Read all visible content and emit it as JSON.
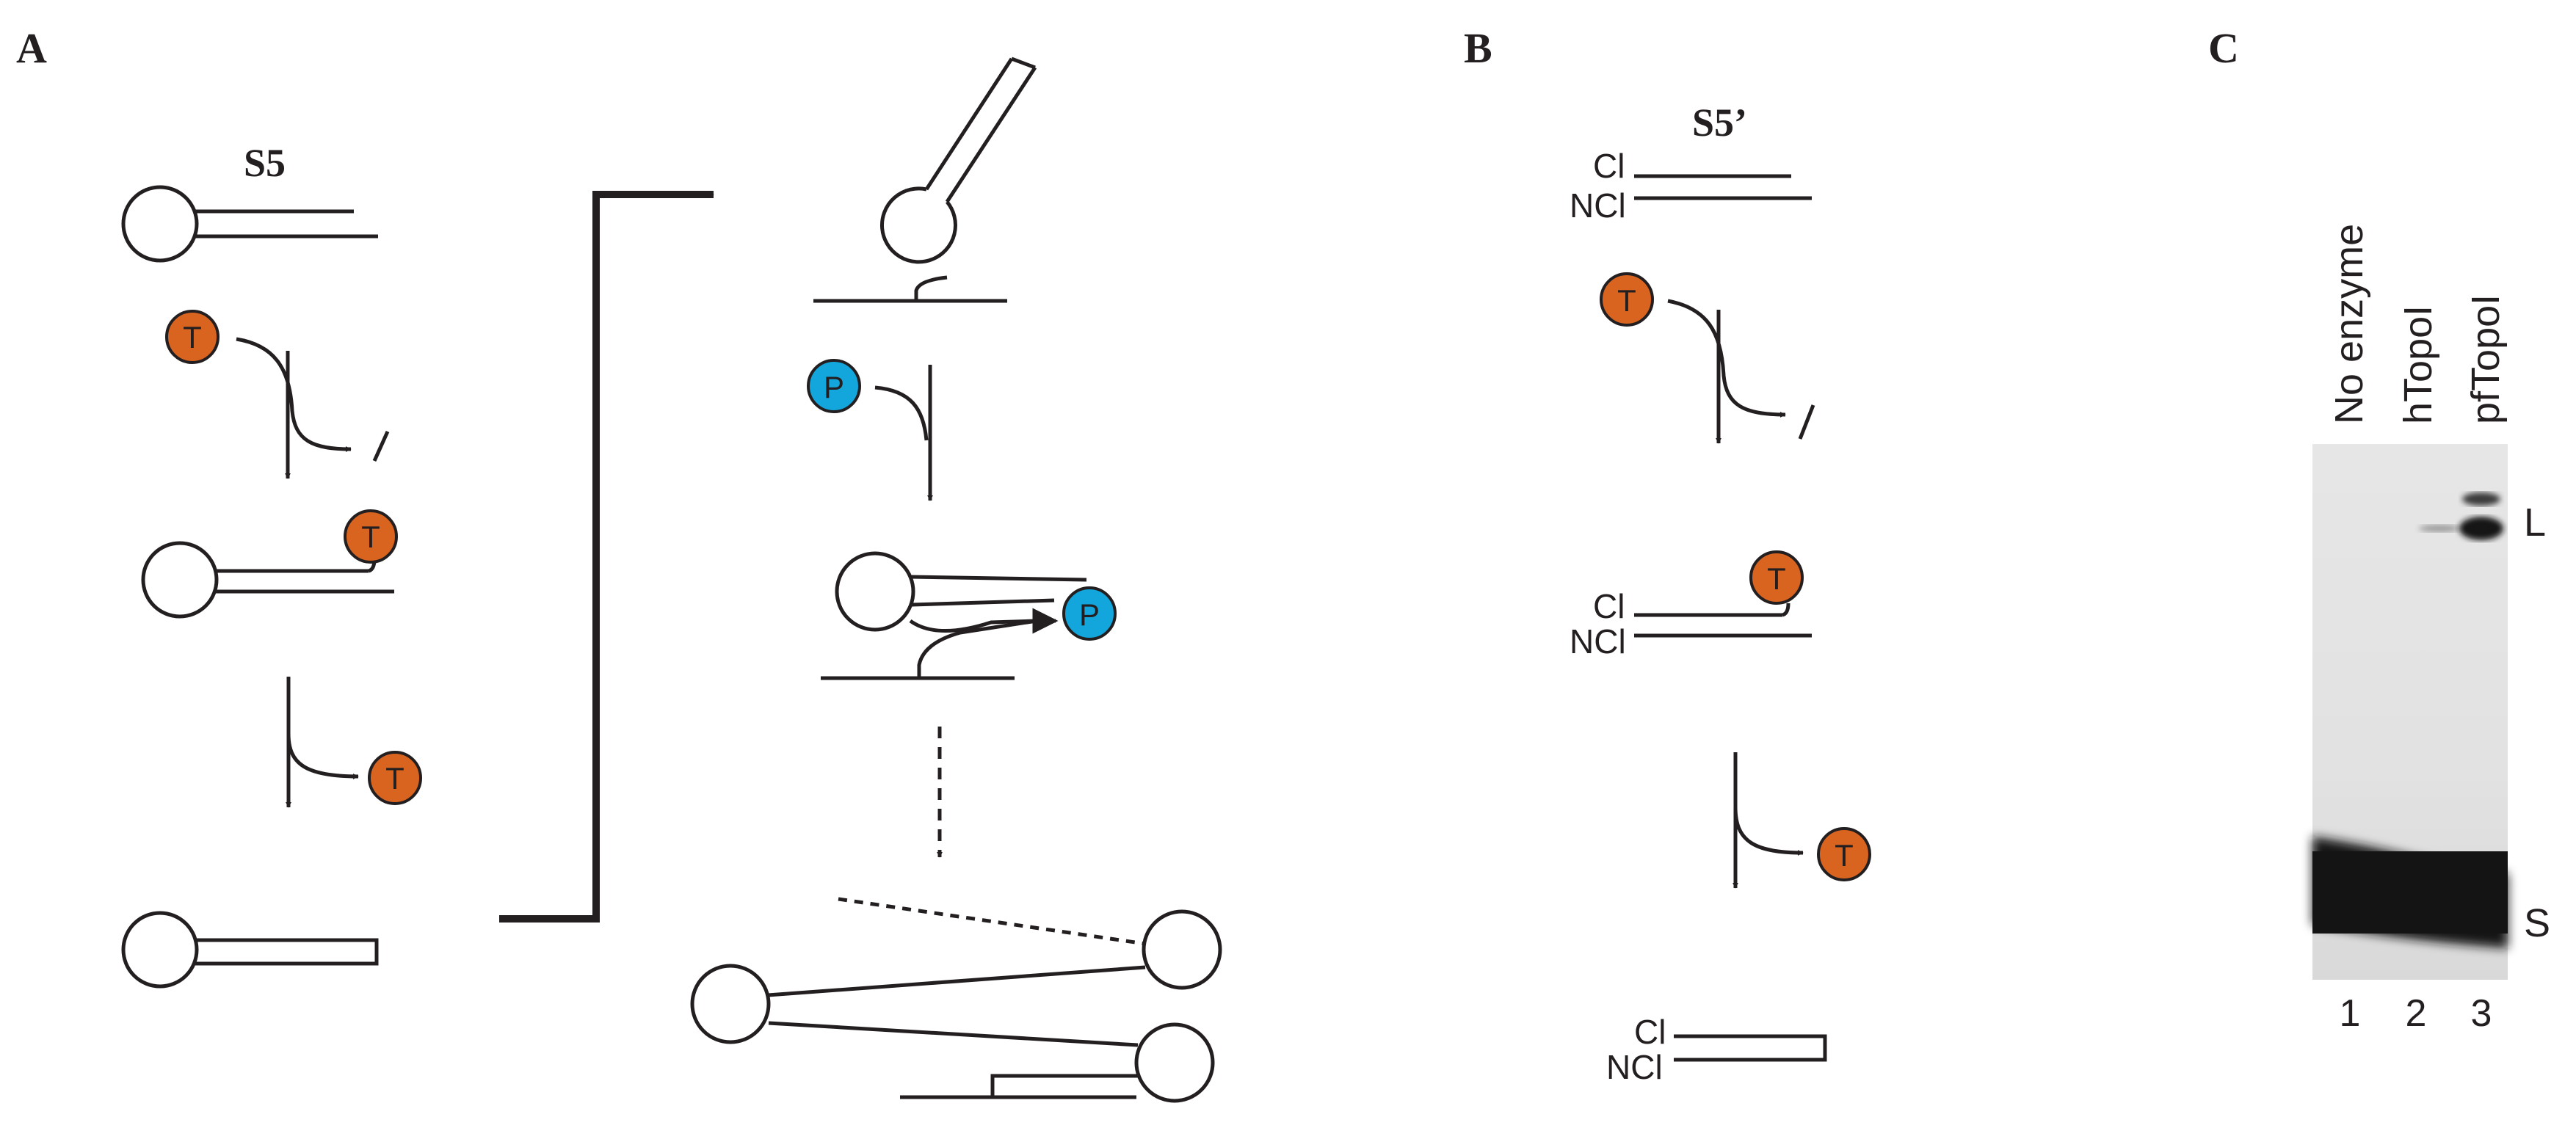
{
  "panels": {
    "a": "A",
    "b": "B",
    "c": "C"
  },
  "substrates": {
    "s5": "S5",
    "s5_prime": "S5’"
  },
  "enzymes": {
    "t": "T",
    "p": "P"
  },
  "strands": {
    "cl": "Cl",
    "ncl": "NCl"
  },
  "gel": {
    "lane_names": [
      "No enzyme",
      "hTopoI",
      "pfTopoI"
    ],
    "lane_numbers": [
      "1",
      "2",
      "3"
    ],
    "band_labels": {
      "upper": "L",
      "lower": "S"
    }
  },
  "colors": {
    "topo_t": "#d8641f",
    "ligase_p": "#12a6dc",
    "ink": "#231f20"
  }
}
